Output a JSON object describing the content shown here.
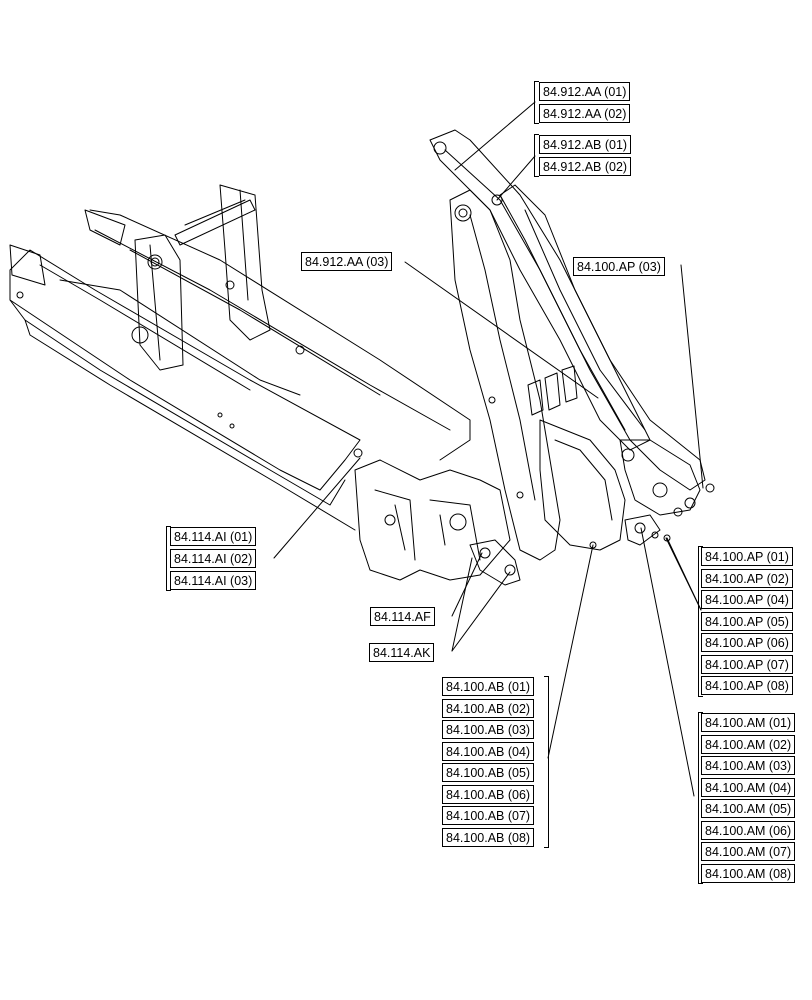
{
  "diagram": {
    "callouts": {
      "boom_pin_aa_01": "84.912.AA (01)",
      "boom_pin_aa_02": "84.912.AA (02)",
      "boom_pin_ab_01": "84.912.AB (01)",
      "boom_pin_ab_02": "84.912.AB (02)",
      "boom_pin_aa_03": "84.912.AA (03)",
      "arm_ap_03": "84.100.AP (03)",
      "frame_ai_01": "84.114.AI (01)",
      "frame_ai_02": "84.114.AI (02)",
      "frame_ai_03": "84.114.AI (03)",
      "frame_af": "84.114.AF",
      "frame_ak": "84.114.AK",
      "ap_01": "84.100.AP (01)",
      "ap_02": "84.100.AP (02)",
      "ap_04": "84.100.AP (04)",
      "ap_05": "84.100.AP (05)",
      "ap_06": "84.100.AP (06)",
      "ap_07": "84.100.AP (07)",
      "ap_08": "84.100.AP (08)",
      "ab_01": "84.100.AB (01)",
      "ab_02": "84.100.AB (02)",
      "ab_03": "84.100.AB (03)",
      "ab_04": "84.100.AB (04)",
      "ab_05": "84.100.AB (05)",
      "ab_06": "84.100.AB (06)",
      "ab_07": "84.100.AB (07)",
      "ab_08": "84.100.AB (08)",
      "am_01": "84.100.AM (01)",
      "am_02": "84.100.AM (02)",
      "am_03": "84.100.AM (03)",
      "am_04": "84.100.AM (04)",
      "am_05": "84.100.AM (05)",
      "am_06": "84.100.AM (06)",
      "am_07": "84.100.AM (07)",
      "am_08": "84.100.AM (08)"
    }
  }
}
